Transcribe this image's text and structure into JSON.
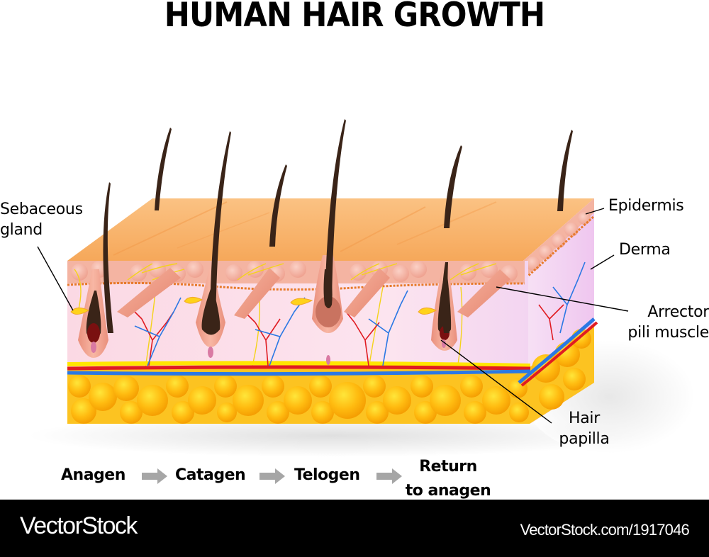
{
  "title": "HUMAN HAIR GROWTH",
  "labels": {
    "sebaceous_gland": [
      "Sebaceous",
      "gland"
    ],
    "epidermis": "Epidermis",
    "derma": "Derma",
    "arrector_pili_muscle": [
      "Arrector",
      "pili muscle"
    ],
    "hair_papilla": [
      "Hair",
      "papilla"
    ]
  },
  "growth_cycle": {
    "stages": [
      "Anagen",
      "Catagen",
      "Telogen"
    ],
    "final_stage": [
      "Return",
      "to anagen"
    ],
    "arrow_icon": "right-arrow-icon",
    "arrow_color": "#a6a6a6"
  },
  "colors": {
    "skin_top": "#f8b46c",
    "epidermis": "#f3b3a3",
    "derma": "#fbe0ee",
    "fat": "#fcb515",
    "hair": "#3a2418",
    "artery": "#e01b22",
    "vein": "#2b78e4",
    "nerve": "#ffe600"
  },
  "footer": {
    "brand": "VectorStock",
    "url": "VectorStock.com/1917046"
  }
}
